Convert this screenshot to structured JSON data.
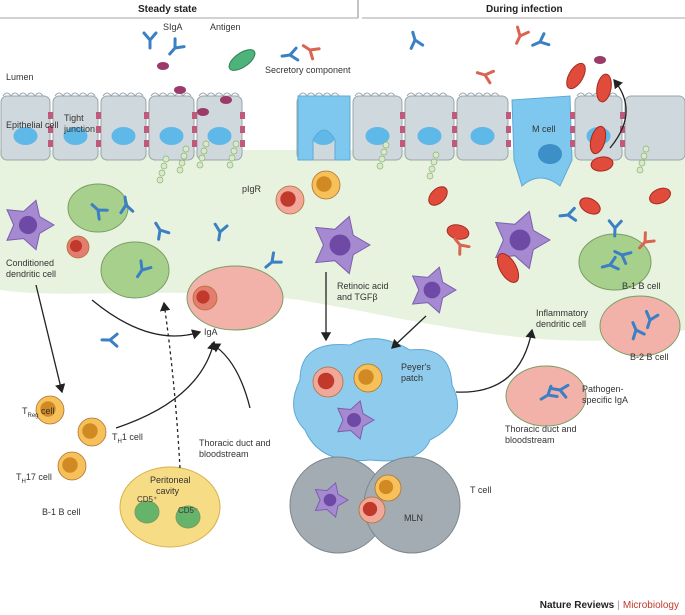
{
  "headers": {
    "steady_state": "Steady state",
    "during_infection": "During infection"
  },
  "labels": {
    "sIgA": "SIgA",
    "antigen": "Antigen",
    "secretory_component": "Secretory component",
    "lumen": "Lumen",
    "epithelial_cell": "Epithelial cell",
    "tight_junction_1": "Tight",
    "tight_junction_2": "junction",
    "m_cell": "M cell",
    "pigr": "pIgR",
    "conditioned_dc_1": "Conditioned",
    "conditioned_dc_2": "dendritic cell",
    "iga": "IgA",
    "retinoic_acid_1": "Retinoic acid",
    "retinoic_acid_2": "and TGFβ",
    "b1_b_cell_right": "B-1 B cell",
    "b2_b_cell": "B-2 B cell",
    "inflammatory_dc_1": "Inflammatory",
    "inflammatory_dc_2": "dendritic cell",
    "peyers_patch_1": "Peyer's",
    "peyers_patch_2": "patch",
    "pathogen_iga_1": "Pathogen-",
    "pathogen_iga_2": "specific IgA",
    "treg_main": "T",
    "treg_sub": "Reg",
    "treg_suffix": " cell",
    "th1_main": "T",
    "th1_sub": "H",
    "th1_suffix": "1 cell",
    "th17_main": "T",
    "th17_sub": "H",
    "th17_suffix": "17 cell",
    "thoracic_left_1": "Thoracic duct and",
    "thoracic_left_2": "bloodstream",
    "thoracic_right_1": "Thoracic duct and",
    "thoracic_right_2": "bloodstream",
    "peritoneal_1": "Peritoneal",
    "peritoneal_2": "cavity",
    "cd5_plus": "CD5⁺",
    "cd5_minus": "CD5⁻",
    "b1_b_cell_left": "B-1 B cell",
    "t_cell": "T cell",
    "mln": "MLN"
  },
  "credit": {
    "journal": "Nature Reviews",
    "separator": "|",
    "section": "Microbiology"
  },
  "colors": {
    "epithelium": "#cfd8dc",
    "nucleus": "#5eb8e8",
    "m_cell": "#7ec8ef",
    "lamina_propria": "#e8f3df",
    "dendritic_cell": "#a58ad1",
    "plasma_green": "#a8d08d",
    "plasma_red": "#f2b2a9",
    "t_cell": "#f6c05a",
    "peyers_patch": "#8fcbec",
    "mln": "#a3acb3",
    "pathogen": "#e04b3c",
    "antibody": "#3b7fc4"
  }
}
